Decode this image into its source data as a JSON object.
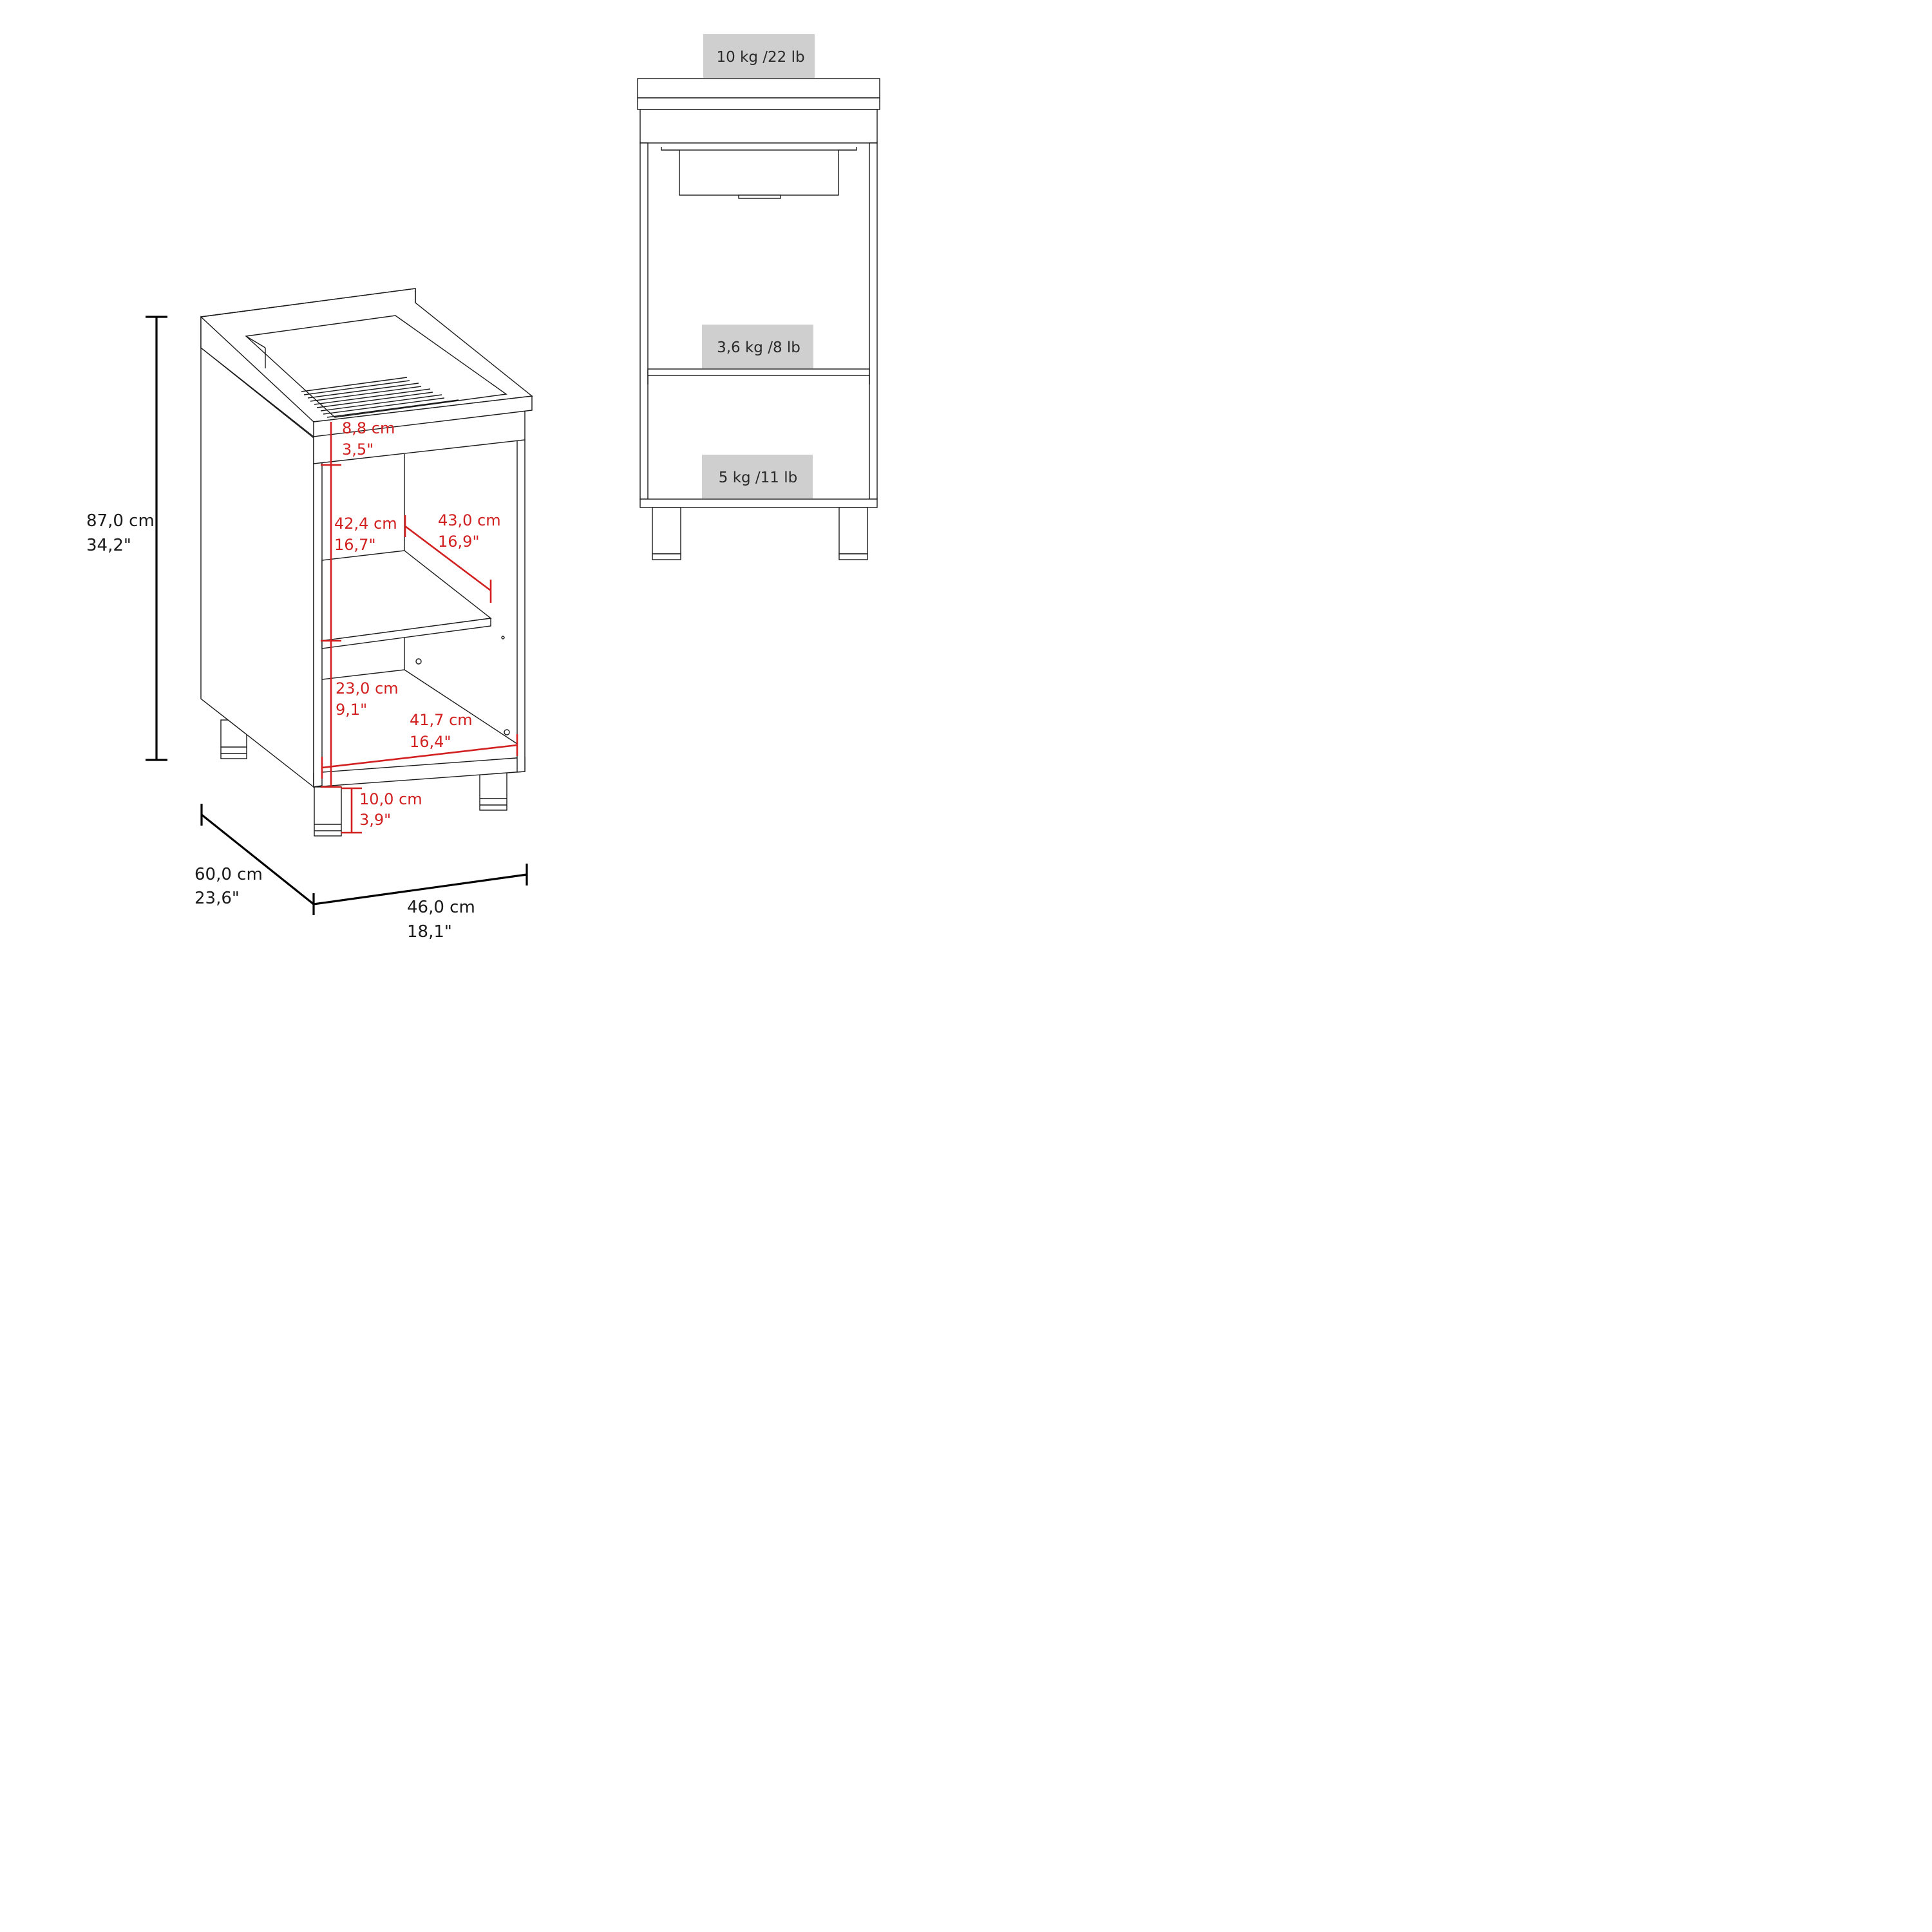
{
  "colors": {
    "line": "#1a1a1a",
    "dimension_black": "#000000",
    "dimension_red": "#d21f1f",
    "weight_box": "#cfcfcf",
    "background": "#ffffff"
  },
  "overall": {
    "height": {
      "cm": "87,0 cm",
      "in": "34,2\""
    },
    "depth": {
      "cm": "60,0 cm",
      "in": "23,6\""
    },
    "width": {
      "cm": "46,0 cm",
      "in": "18,1\""
    }
  },
  "interior": {
    "top_panel": {
      "cm": "8,8 cm",
      "in": "3,5\""
    },
    "upper_opening": {
      "cm": "42,4 cm",
      "in": "16,7\""
    },
    "shelf_depth": {
      "cm": "43,0 cm",
      "in": "16,9\""
    },
    "lower_opening": {
      "cm": "23,0 cm",
      "in": "9,1\""
    },
    "inner_width": {
      "cm": "41,7 cm",
      "in": "16,4\""
    },
    "leg_height": {
      "cm": "10,0 cm",
      "in": "3,9\""
    }
  },
  "weights": {
    "top": "10 kg /22 lb",
    "shelf": "3,6 kg /8 lb",
    "bottom": "5 kg /11 lb"
  }
}
